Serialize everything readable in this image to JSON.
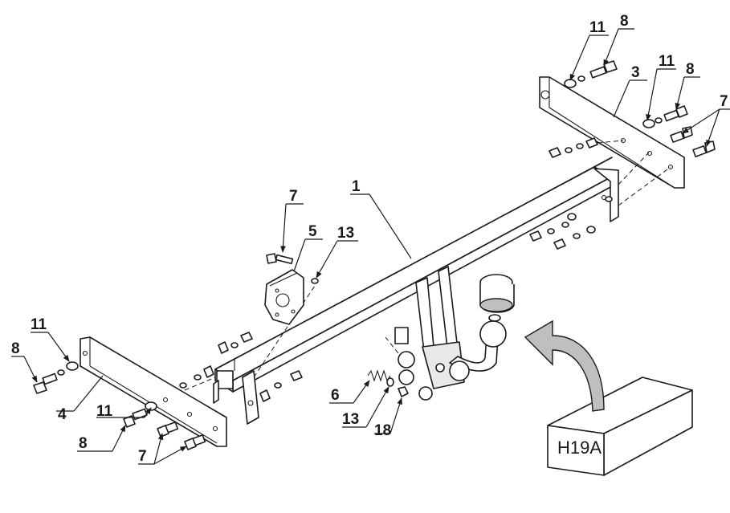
{
  "callouts": {
    "c11_tl": "11",
    "c8_tl": "8",
    "c3": "3",
    "c11_tr": "11",
    "c8_tr": "8",
    "c7_tr": "7",
    "c1": "1",
    "c7_mid": "7",
    "c5": "5",
    "c13_mid": "13",
    "c11_l": "11",
    "c8_l": "8",
    "c4": "4",
    "c11_bl": "11",
    "c8_bl": "8",
    "c7_bl": "7",
    "c6": "6",
    "c13_b": "13",
    "c18": "18"
  },
  "package": {
    "label": "H19A"
  }
}
